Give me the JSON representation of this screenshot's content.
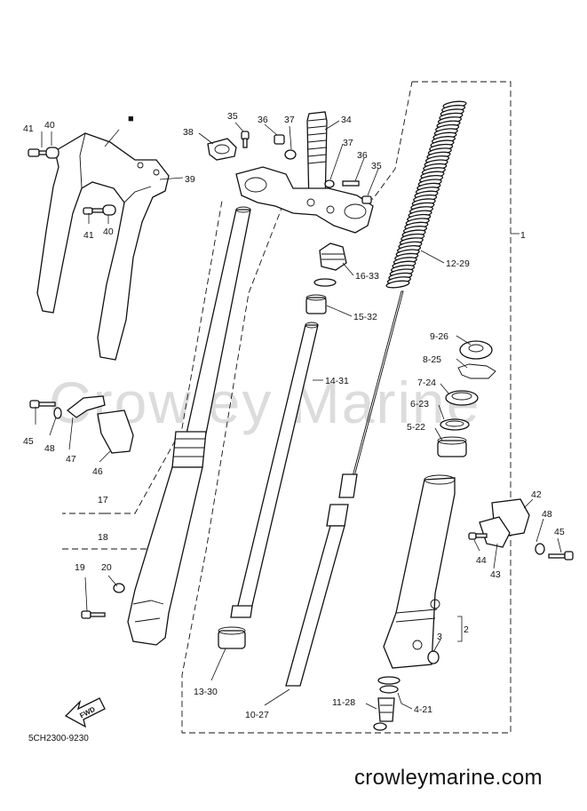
{
  "watermark": "Crowley Marine",
  "footer_url": "crowleymarine.com",
  "diagram_code": "5CH2300-9230",
  "fwd_label": "FWD",
  "square_marker": "■",
  "callouts": {
    "c1": "1",
    "c2": "2",
    "c3": "3",
    "c4_21": "4-21",
    "c5_22": "5-22",
    "c6_23": "6-23",
    "c7_24": "7-24",
    "c8_25": "8-25",
    "c9_26": "9-26",
    "c10_27": "10-27",
    "c11_28": "11-28",
    "c12_29": "12-29",
    "c13_30": "13-30",
    "c14_31": "14-31",
    "c15_32": "15-32",
    "c16_33": "16-33",
    "c17": "17",
    "c18": "18",
    "c19": "19",
    "c20": "20",
    "c34": "34",
    "c35a": "35",
    "c35b": "35",
    "c36a": "36",
    "c36b": "36",
    "c37a": "37",
    "c37b": "37",
    "c38": "38",
    "c39": "39",
    "c40a": "40",
    "c40b": "40",
    "c41a": "41",
    "c41b": "41",
    "c42": "42",
    "c43": "43",
    "c44": "44",
    "c45a": "45",
    "c45b": "45",
    "c46": "46",
    "c47": "47",
    "c48a": "48",
    "c48b": "48"
  }
}
